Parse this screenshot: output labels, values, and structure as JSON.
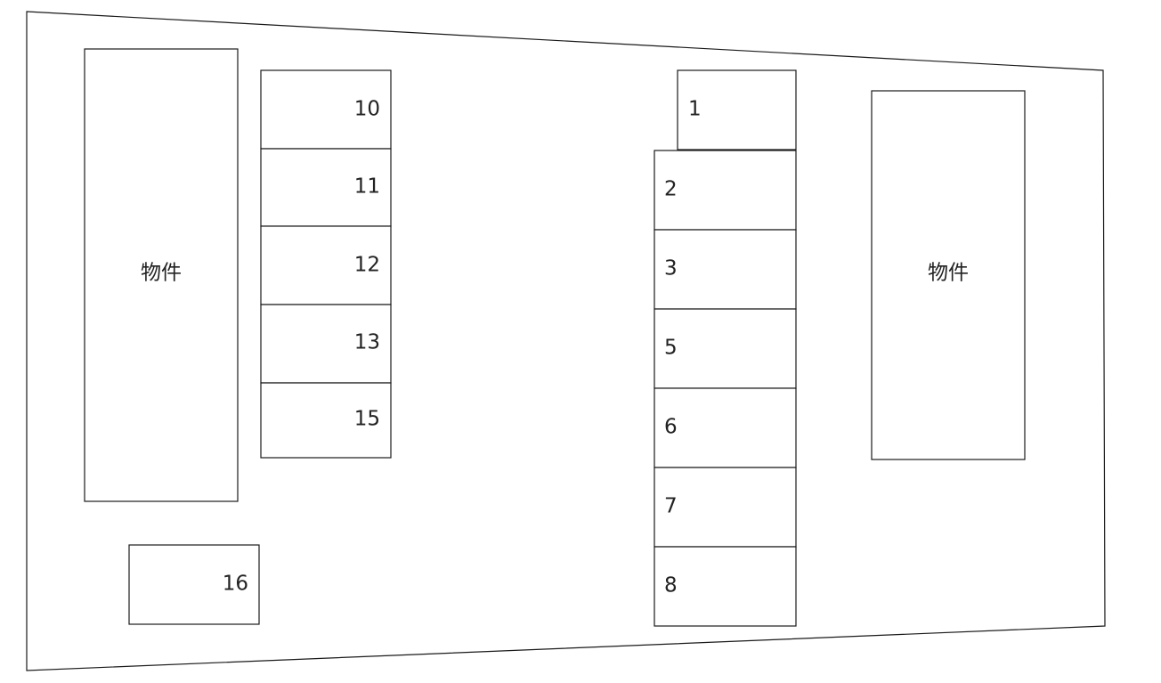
{
  "buildings": [
    {
      "id": "building-left",
      "label": "物件"
    },
    {
      "id": "building-right",
      "label": "物件"
    }
  ],
  "spaces": [
    {
      "label": "10"
    },
    {
      "label": "11"
    },
    {
      "label": "12"
    },
    {
      "label": "13"
    },
    {
      "label": "15"
    },
    {
      "label": "16"
    },
    {
      "label": "1"
    },
    {
      "label": "2"
    },
    {
      "label": "3"
    },
    {
      "label": "5"
    },
    {
      "label": "6"
    },
    {
      "label": "7"
    },
    {
      "label": "8"
    }
  ]
}
